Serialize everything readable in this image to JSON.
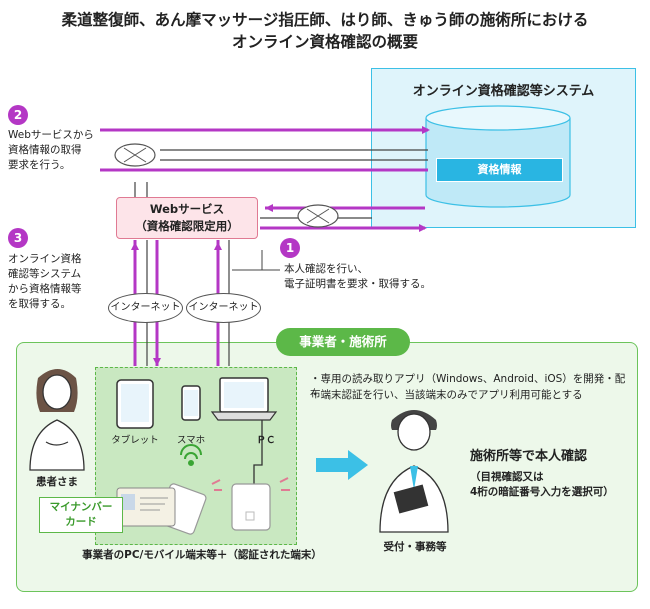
{
  "title": {
    "line1": "柔道整復師、あん摩マッサージ指圧師、はり師、きゅう師の施術所における",
    "line2": "オンライン資格確認の概要"
  },
  "system": {
    "title": "オンライン資格確認等システム",
    "db_label": "資格情報"
  },
  "web_service": {
    "line1": "Webサービス",
    "line2": "（資格確認限定用）"
  },
  "steps": [
    {
      "num": "1",
      "text1": "本人確認を行い、",
      "text2": "電子証明書を要求・取得する。"
    },
    {
      "num": "2",
      "text1": "Webサービスから",
      "text2": "資格情報の取得",
      "text3": "要求を行う。"
    },
    {
      "num": "3",
      "text1": "オンライン資格",
      "text2": "確認等システム",
      "text3": "から資格情報等",
      "text4": "を取得する。"
    }
  ],
  "internet": {
    "left": "インターネット",
    "right": "インターネット"
  },
  "business": {
    "title": "事業者・施術所",
    "bullet1": "・専用の読み取りアプリ（Windows、Android、iOS）を開発・配布",
    "bullet2": "・端末認証を行い、当該端末のみでアプリ利用可能とする",
    "devices": {
      "tablet": "タブレット",
      "phone": "スマホ",
      "pc": "ＰＣ"
    },
    "patient": "患者さま",
    "card": {
      "line1": "マイナンバー",
      "line2": "カード"
    },
    "terminal_caption": "事業者のPC/モバイル端末等＋（認証された端末）",
    "confirm_title": "施術所等で本人確認",
    "confirm_note1": "（目視確認又は",
    "confirm_note2": "4桁の暗証番号入力を選択可）",
    "staff": "受付・事務等"
  },
  "colors": {
    "purple": "#b437c5",
    "green": "#5cb848",
    "blue": "#29b5e2",
    "pink": "#e07a93"
  }
}
